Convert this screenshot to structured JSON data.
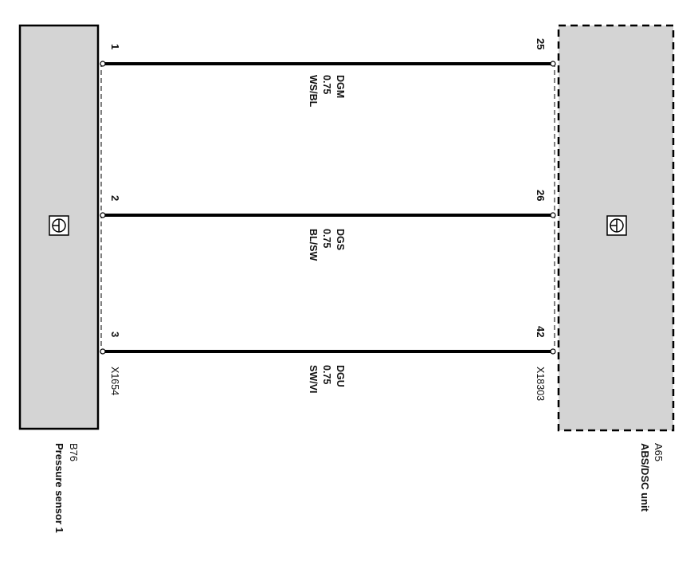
{
  "components": {
    "left": {
      "id": "B76",
      "name": "Pressure sensor 1",
      "connector": "X1654",
      "fill": "#d4d4d4",
      "border": "solid",
      "icon": "ground-symbol-icon"
    },
    "right": {
      "id": "A65",
      "name": "ABS/DSC unit",
      "connector": "X18303",
      "fill": "#d4d4d4",
      "border": "dashed",
      "icon": "ground-symbol-icon"
    }
  },
  "wires": [
    {
      "left_pin": "1",
      "right_pin": "25",
      "signal": "DGM",
      "size": "0.75",
      "color": "WS/BL"
    },
    {
      "left_pin": "2",
      "right_pin": "26",
      "signal": "DGS",
      "size": "0.75",
      "color": "BL/SW"
    },
    {
      "left_pin": "3",
      "right_pin": "42",
      "signal": "DGU",
      "size": "0.75",
      "color": "SW/VI"
    }
  ],
  "colors": {
    "wire": "#000000",
    "component_fill": "#d4d4d4"
  }
}
